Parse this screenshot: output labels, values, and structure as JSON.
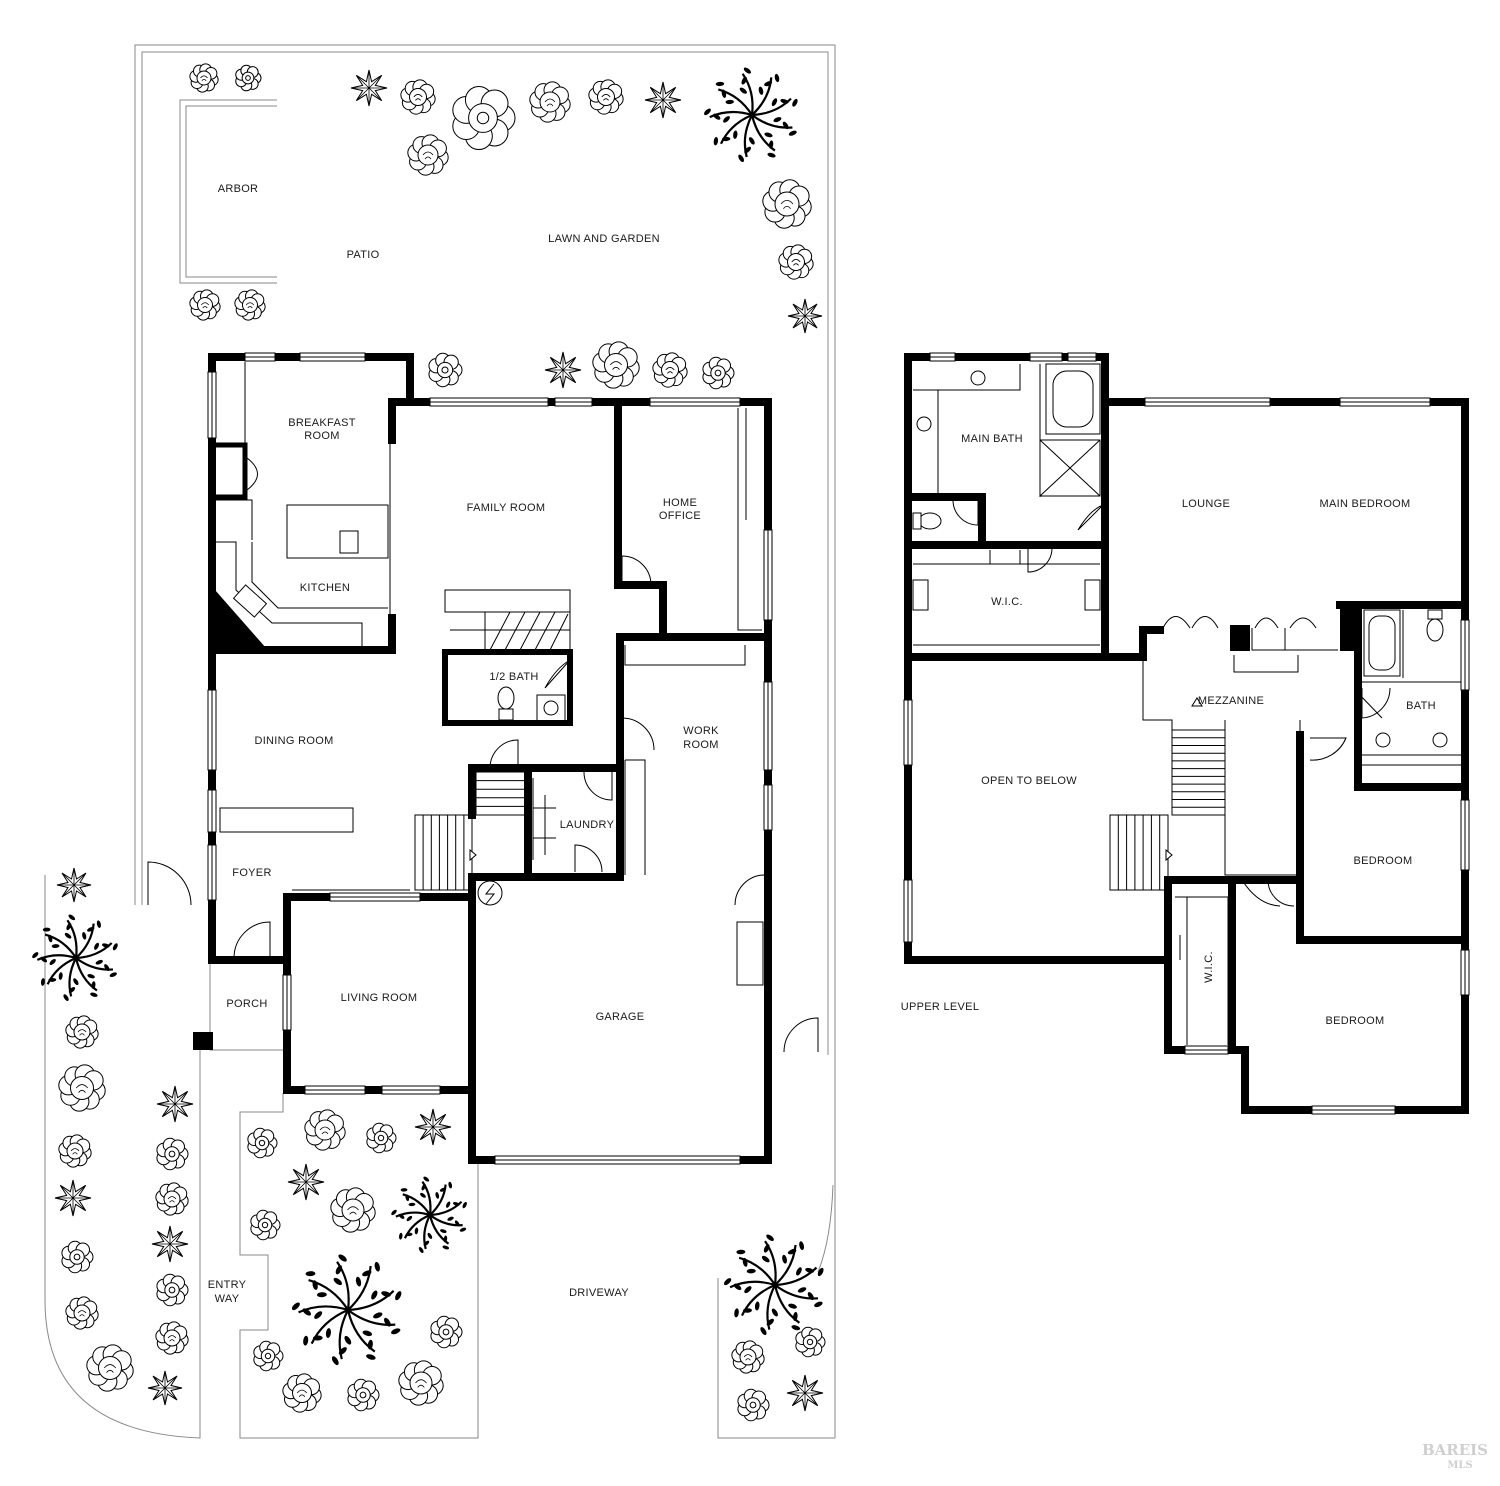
{
  "lower_level": {
    "outdoor": {
      "arbor": "ARBOR",
      "patio": "PATIO",
      "lawn_and_garden": "LAWN AND GARDEN",
      "entry_way": [
        "ENTRY",
        "WAY"
      ],
      "driveway": "DRIVEWAY"
    },
    "rooms": {
      "breakfast_room": [
        "BREAKFAST",
        "ROOM"
      ],
      "family_room": "FAMILY ROOM",
      "home_office": [
        "HOME",
        "OFFICE"
      ],
      "kitchen": "KITCHEN",
      "half_bath": "1/2 BATH",
      "dining_room": "DINING ROOM",
      "work_room": [
        "WORK",
        "ROOM"
      ],
      "laundry": "LAUNDRY",
      "foyer": "FOYER",
      "living_room": "LIVING ROOM",
      "garage": "GARAGE",
      "porch": "PORCH"
    }
  },
  "upper_level": {
    "label": "UPPER LEVEL",
    "rooms": {
      "main_bath": "MAIN BATH",
      "lounge": "LOUNGE",
      "main_bedroom": "MAIN BEDROOM",
      "wic_main": "W.I.C.",
      "mezzanine": "MEZZANINE",
      "bath": "BATH",
      "open_to_below": "OPEN TO BELOW",
      "bedroom_1": "BEDROOM",
      "wic_bedroom": "W.I.C.",
      "bedroom_2": "BEDROOM"
    }
  },
  "watermark": {
    "line1": "BAREIS",
    "line2": "MLS"
  },
  "colors": {
    "walls": "#000000",
    "background": "#ffffff",
    "lot_lines": "#8a8a8a",
    "watermark": "#cfcfcf"
  }
}
